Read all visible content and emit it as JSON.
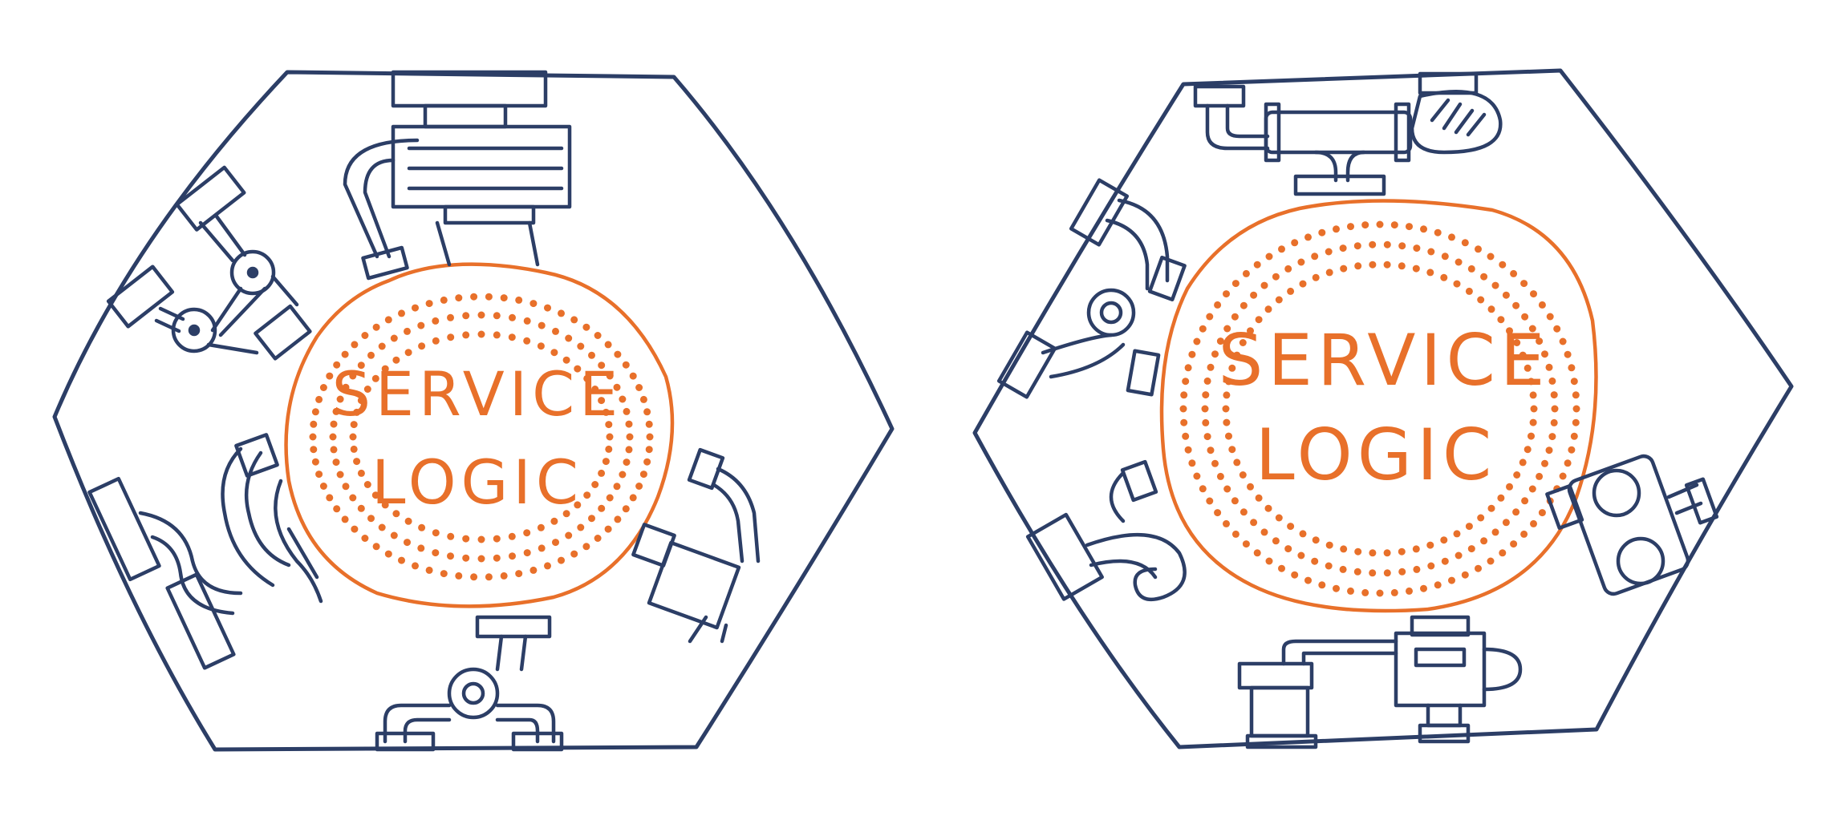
{
  "colors": {
    "ink": "#2c3e66",
    "accent": "#e8702a",
    "background": "#ffffff"
  },
  "hexagons": [
    {
      "id": "left",
      "core_label_line1": "SERVICE",
      "core_label_line2": "LOGIC"
    },
    {
      "id": "right",
      "core_label_line1": "SERVICE",
      "core_label_line2": "LOGIC"
    }
  ]
}
